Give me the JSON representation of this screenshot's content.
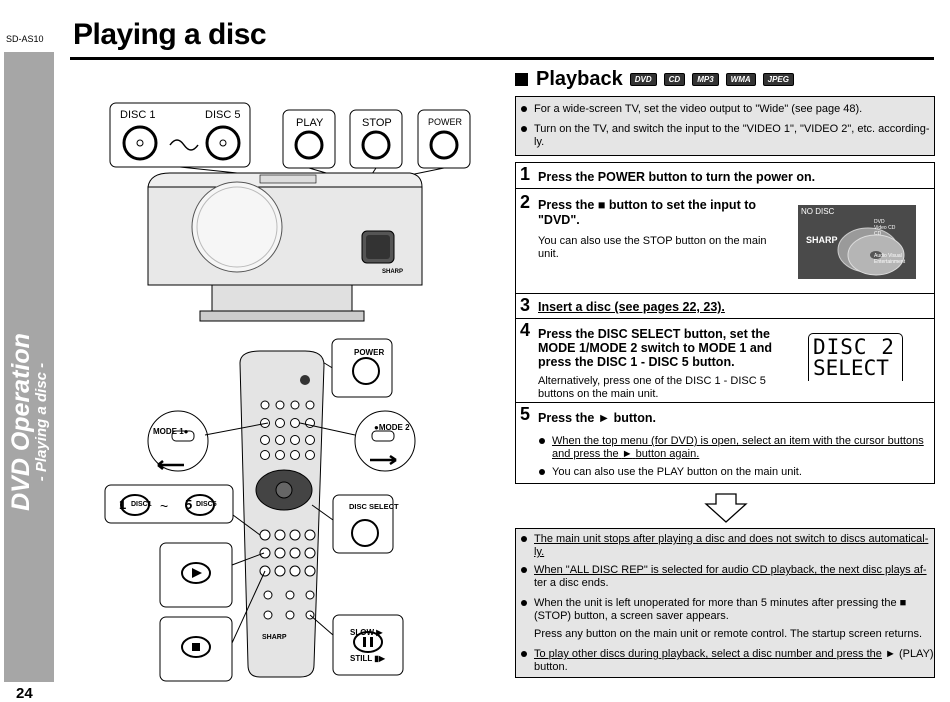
{
  "header": {
    "model": "SD-AS10",
    "title": "Playing a disc",
    "sidebar_main": "DVD Operation",
    "sidebar_sub": "- Playing a disc -",
    "page_number": "24"
  },
  "playback": {
    "heading": "Playback",
    "formats": [
      "DVD",
      "CD",
      "MP3",
      "WMA",
      "JPEG"
    ],
    "notes": [
      "For a wide-screen TV, set the video output to \"Wide\" (see page 48).",
      "Turn on the TV, and switch the input to the \"VIDEO 1\", \"VIDEO 2\", etc. according-",
      "ly."
    ]
  },
  "steps": [
    {
      "num": "1",
      "title": "Press the POWER button to turn the power on."
    },
    {
      "num": "2",
      "title_a": "Press the",
      "title_b": "button to set the input to",
      "title_c": "\"DVD\".",
      "text_a": "You can also use the STOP button on the main",
      "text_b": "unit."
    },
    {
      "num": "3",
      "title": "Insert a disc (see pages 22, 23)."
    },
    {
      "num": "4",
      "title_a": "Press the DISC SELECT button, set the",
      "title_b": "MODE 1/MODE 2 switch to MODE 1 and",
      "title_c": "press the DISC 1 - DISC 5 button.",
      "text_a": "Alternatively, press one of the DISC 1 - DISC 5",
      "text_b": "buttons on the main unit."
    },
    {
      "num": "5",
      "title_a": "Press the",
      "title_b": "button.",
      "b1_a": "When the top menu (for DVD) is open, select an item with the cursor buttons",
      "b1_b": "and press the",
      "b1_c": "button again.",
      "b2": "You can also use the PLAY button on the main unit."
    }
  ],
  "screen": {
    "no_disc": "NO DISC",
    "brand": "SHARP",
    "lines": [
      "DVD",
      "Video CD",
      "CD",
      "Audio Visual",
      "Entertainment"
    ]
  },
  "display": {
    "line1": "DISC 2",
    "line2": "SELECT"
  },
  "final_notes": [
    {
      "a": "The main unit stops after playing a disc and does not switch to discs automatical-",
      "b": "ly."
    },
    {
      "a": "When \"ALL DISC REP\" is selected for audio CD playback, the next disc plays af-",
      "b": "ter a disc ends."
    },
    {
      "a": "When the unit is left unoperated for more than 5 minutes after pressing the",
      "b": "(STOP) button, a screen saver appears."
    },
    {
      "a": "Press any button on the main unit or remote control. The startup screen returns."
    },
    {
      "a": "To play other discs during playback, select a disc number and press the",
      "a2": "(PLAY)",
      "b": "button."
    }
  ],
  "illustration": {
    "disc1": "DISC 1",
    "disc5": "DISC 5",
    "play": "PLAY",
    "stop": "STOP",
    "power": "POWER",
    "mode1": "MODE 1",
    "mode2": "MODE 2",
    "disc1_key": "DISC1",
    "disc5_key": "DISC5",
    "disc_select": "DISC SELECT",
    "slow": "SLOW",
    "still": "STILL",
    "remote_brand": "SHARP",
    "unit_brand": "SHARP",
    "tilde": "~",
    "key1": "1",
    "key5": "5"
  }
}
